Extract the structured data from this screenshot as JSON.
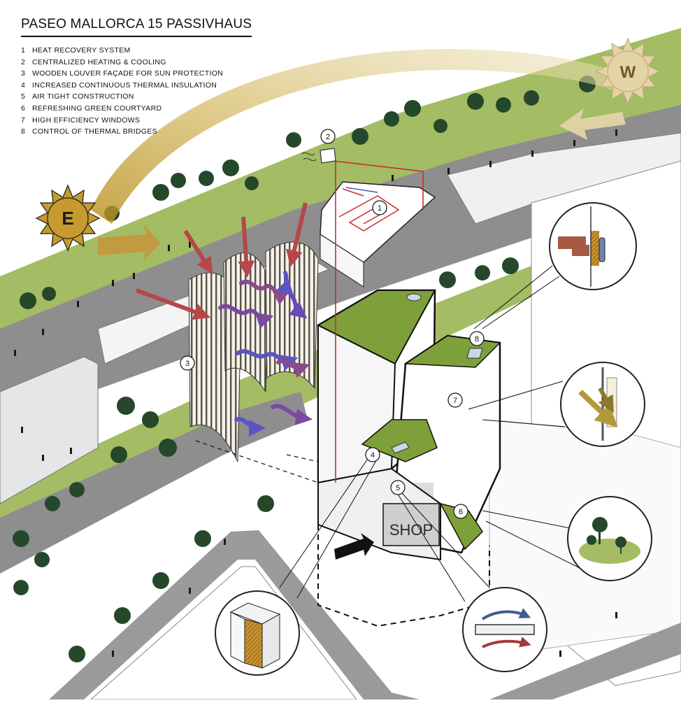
{
  "title": "PASEO MALLORCA 15 PASSIVHAUS",
  "legend": [
    {
      "num": "1",
      "label": "HEAT RECOVERY SYSTEM"
    },
    {
      "num": "2",
      "label": "CENTRALIZED HEATING & COOLING"
    },
    {
      "num": "3",
      "label": "WOODEN LOUVER FAÇADE FOR SUN PROTECTION"
    },
    {
      "num": "4",
      "label": "INCREASED CONTINUOUS THERMAL INSULATION"
    },
    {
      "num": "5",
      "label": "AIR TIGHT CONSTRUCTION"
    },
    {
      "num": "6",
      "label": "REFRESHING GREEN COURTYARD"
    },
    {
      "num": "7",
      "label": "HIGH EFFICIENCY WINDOWS"
    },
    {
      "num": "8",
      "label": "CONTROL OF THERMAL BRIDGES"
    }
  ],
  "sun_east": {
    "letter": "E"
  },
  "sun_west": {
    "letter": "W"
  },
  "shop_sign": "SHOP",
  "markers": [
    "1",
    "2",
    "3",
    "4",
    "5",
    "6",
    "7",
    "8"
  ],
  "colors": {
    "park_green": "#a4bc64",
    "roof_green": "#7ea03a",
    "street_grey": "#8e8e8e",
    "sun_east": "#c69a2e",
    "sun_west": "#e3d3a5",
    "warm_arrow": "#b5474b",
    "cool_arrow": "#5b55c4",
    "heating_pipe": "#cc2c2c",
    "insulation": "#c8922f"
  }
}
